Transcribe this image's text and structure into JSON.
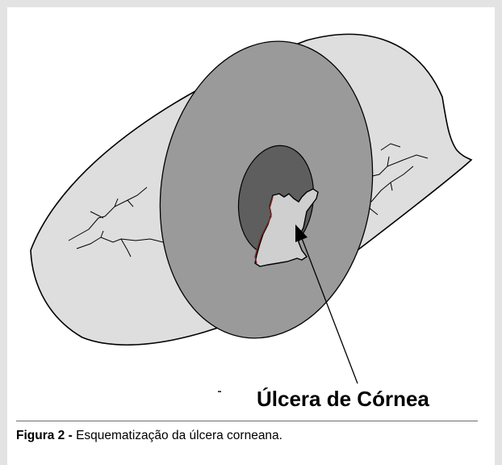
{
  "figure": {
    "annotation": "Úlcera de Córnea",
    "caption_label": "Figura 2 -",
    "caption_text": " Esquematização da úlcera corneana."
  },
  "colors": {
    "background_frame": "#e3e3e3",
    "sclera": "#dedede",
    "cornea": "#9a9a9a",
    "pupil": "#5e5e5e",
    "ulcer": "#cfcfcf"
  }
}
